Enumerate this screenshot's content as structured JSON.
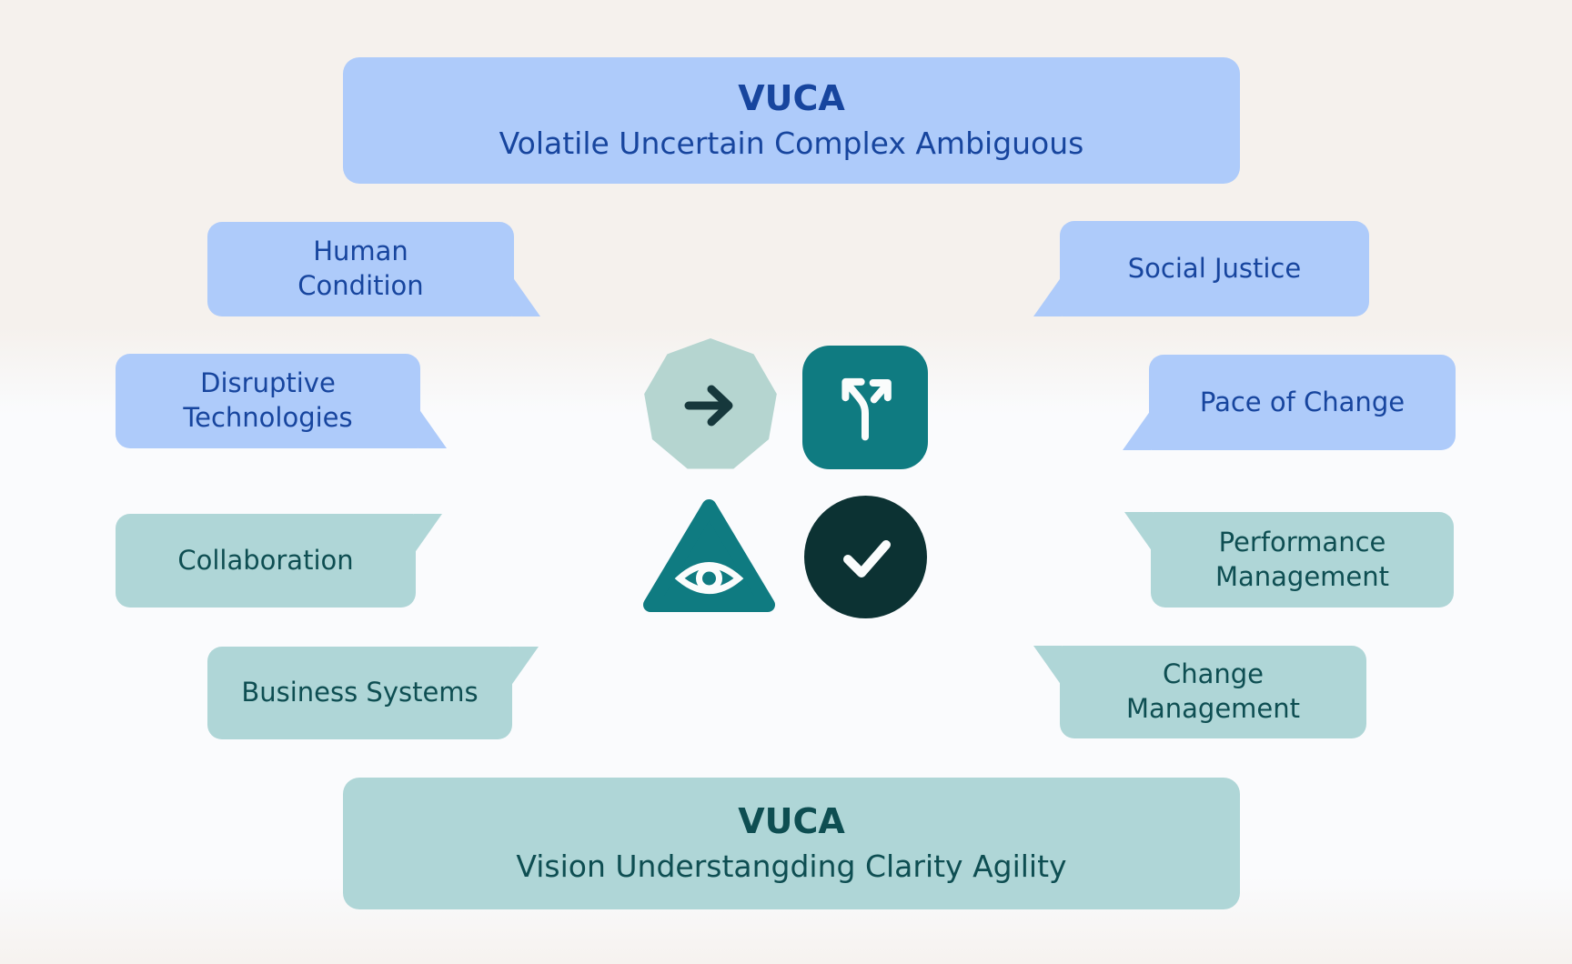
{
  "colors": {
    "blue-fill": "#AECBFA",
    "blue-text": "#17459E",
    "teal-fill": "#AFD6D7",
    "teal-text": "#0E4E52",
    "icon-sage": "#B5D5D0",
    "icon-teal": "#0F7B81",
    "icon-dark": "#0C3233",
    "arrow-dark": "#16383C",
    "glyph-white": "#FAFCFC",
    "bg-top": "#F5F1ED",
    "bg-bottom": "#FAFBFD"
  },
  "top_banner": {
    "title": "VUCA",
    "subtitle": "Volatile Uncertain Complex Ambiguous"
  },
  "bottom_banner": {
    "title": "VUCA",
    "subtitle": "Vision Understangding Clarity Agility"
  },
  "bubbles": {
    "human_condition": {
      "label": "Human\nCondition",
      "style": "blue",
      "tail": "bottom-right"
    },
    "disruptive_technologies": {
      "label": "Disruptive\nTechnologies",
      "style": "blue",
      "tail": "bottom-right"
    },
    "collaboration": {
      "label": "Collaboration",
      "style": "teal",
      "tail": "top-right"
    },
    "business_systems": {
      "label": "Business Systems",
      "style": "teal",
      "tail": "top-right"
    },
    "social_justice": {
      "label": "Social Justice",
      "style": "blue",
      "tail": "bottom-left"
    },
    "pace_of_change": {
      "label": "Pace of Change",
      "style": "blue",
      "tail": "bottom-left"
    },
    "performance_management": {
      "label": "Performance\nManagement",
      "style": "teal",
      "tail": "top-left"
    },
    "change_management": {
      "label": "Change\nManagement",
      "style": "teal",
      "tail": "top-left"
    }
  },
  "center_icons": [
    {
      "name": "arrow-right-icon",
      "shape": "nonagon",
      "fill": "#B5D5D0",
      "glyph": "#16383C"
    },
    {
      "name": "split-path-icon",
      "shape": "rounded-square",
      "fill": "#0F7B81",
      "glyph": "#FAFCFC"
    },
    {
      "name": "eye-icon",
      "shape": "triangle",
      "fill": "#0F7B81",
      "glyph": "#FAFCFC"
    },
    {
      "name": "check-icon",
      "shape": "circle",
      "fill": "#0C3233",
      "glyph": "#FAFCFC"
    }
  ]
}
